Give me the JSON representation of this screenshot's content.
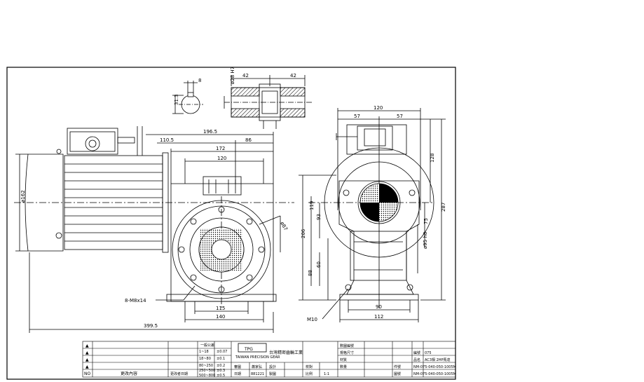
{
  "drawing": {
    "top_view": {
      "key_width": "8",
      "key_height": "31.3",
      "bore": "ø28 H7",
      "left_len": "42",
      "right_len": "42"
    },
    "front_view": {
      "overall_width": "196.5",
      "motor_len": "110.5",
      "offset": "86",
      "box_width": "172",
      "flange_width": "120",
      "bolt_circle": "ø87",
      "height_left": "ø162",
      "total_len": "399.5",
      "bolt_spec": "8-M8x14",
      "base_inner": "115",
      "base_outer": "140"
    },
    "side_view": {
      "top_width": "120",
      "half_left": "57",
      "half_right": "57",
      "total_h": "287",
      "upper_h": "128",
      "dim_206": "206",
      "dim_119": "119",
      "dim_93": "93",
      "dim_60": "60",
      "dim_88": "88",
      "dim_75": "75",
      "shaft_dia": "ø95 h8",
      "base_inner": "90",
      "base_outer": "112",
      "bolt": "M10"
    }
  },
  "title_block": {
    "rev_marks": [
      "▲",
      "▲",
      "▲",
      "▲"
    ],
    "rev_no_label": "NO",
    "change_content_label": "更改內容",
    "change_date_label": "更改者日期",
    "tol_header": "一般公差",
    "tol_rows": [
      {
        "range": "1~18",
        "tol": "±0.07"
      },
      {
        "range": "18~80",
        "tol": "±0.1"
      },
      {
        "range": "80~250",
        "tol": "±0.2"
      },
      {
        "range": "250~500",
        "tol": "±0.3"
      },
      {
        "range": "500~800",
        "tol": "±0.5"
      }
    ],
    "company": "台灣精密齒輪工業",
    "logo_text": "TPG",
    "logo_sub": "TAIWAN PRECISION GEAR",
    "approve_label": "審圖",
    "approver": "蕭家弘",
    "design_label": "設計",
    "date_label": "日期",
    "date_value": "881221",
    "draw_label": "製圖",
    "check_label": "校對",
    "scale_label": "比例",
    "scale_value": "1:1",
    "doc_label": "數圖編號",
    "mat_label": "規格尺寸",
    "material_label": "材質",
    "qty_label": "數量",
    "pn_label": "編號",
    "pn_value": "075",
    "name_label": "品名",
    "name_value": "AC3相 2HP馬達",
    "spec_label": "件號",
    "spec_value": "NM-075-040-050-1005M",
    "model_label": "圖號",
    "model_value": "NM-075-040-050-1005M"
  }
}
